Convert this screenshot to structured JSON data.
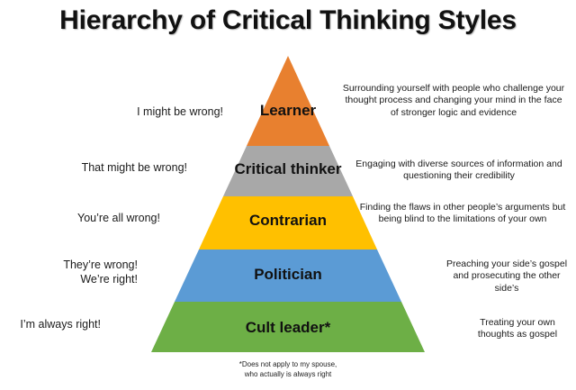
{
  "title": "Hierarchy of Critical Thinking Styles",
  "pyramid": {
    "tiers": [
      {
        "id": "learner",
        "label": "Learner",
        "color": "#E8802F",
        "left_note": "I might be wrong!",
        "right_note": "Surrounding yourself with people who challenge your thought process and changing your mind in the face of stronger logic and evidence"
      },
      {
        "id": "critical-thinker",
        "label": "Critical thinker",
        "color": "#A8A8A8",
        "left_note": "That might be wrong!",
        "right_note": "Engaging with diverse sources of information and questioning their credibility"
      },
      {
        "id": "contrarian",
        "label": "Contrarian",
        "color": "#FFC000",
        "left_note": "You’re all wrong!",
        "right_note": "Finding the flaws in other people’s arguments but being blind to the limitations of your own"
      },
      {
        "id": "politician",
        "label": "Politician",
        "color": "#5B9BD5",
        "left_note": "They’re wrong!\nWe’re right!",
        "right_note": "Preaching your side’s gospel and prosecuting the other side’s"
      },
      {
        "id": "cult-leader",
        "label": "Cult leader*",
        "color": "#6DAF46",
        "left_note": "I’m always right!",
        "right_note": "Treating your own thoughts as gospel"
      }
    ]
  },
  "footnote": "*Does not apply to my spouse,\nwho actually is always right"
}
